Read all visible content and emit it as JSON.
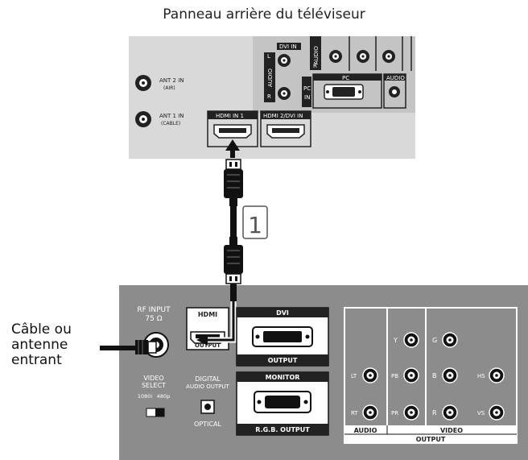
{
  "title": "Panneau arrière du téléviseur",
  "cable_label": "Câble ou antenne entrant",
  "step_number": "1",
  "tv_panel": {
    "ant2": [
      "ANT 2 IN",
      "(AIR)"
    ],
    "ant1": [
      "ANT 1 IN",
      "(CABLE)"
    ],
    "hdmi1": "HDMI IN 1",
    "hdmi2": "HDMI 2/DVI IN",
    "dvi_in": "DVI IN",
    "audio_vert": "AUDIO",
    "audio_l": "L",
    "audio_r": "R",
    "pc": "PC",
    "pc_in": [
      "PC",
      "IN"
    ],
    "audio": "AUDIO"
  },
  "device_panel": {
    "rf_input": [
      "RF INPUT",
      "75 Ω"
    ],
    "hdmi": "HDMI",
    "output": "OUTPUT",
    "dvi": "DVI",
    "dvi_output": "OUTPUT",
    "monitor": "MONITOR",
    "rgb_output": "R.G.B. OUTPUT",
    "video_select": [
      "VIDEO",
      "SELECT"
    ],
    "res_1080": "1080i",
    "res_480": "480p",
    "digital_audio": [
      "DIGITAL",
      "AUDIO OUTPUT"
    ],
    "optical": "OPTICAL",
    "y": "Y",
    "g": "G",
    "pb": "PB",
    "b": "B",
    "hs": "HS",
    "pr": "PR",
    "r": "R",
    "vs": "VS",
    "lt": "LT",
    "rt": "RT",
    "audio": "AUDIO",
    "video": "VIDEO",
    "output_footer": "OUTPUT"
  }
}
